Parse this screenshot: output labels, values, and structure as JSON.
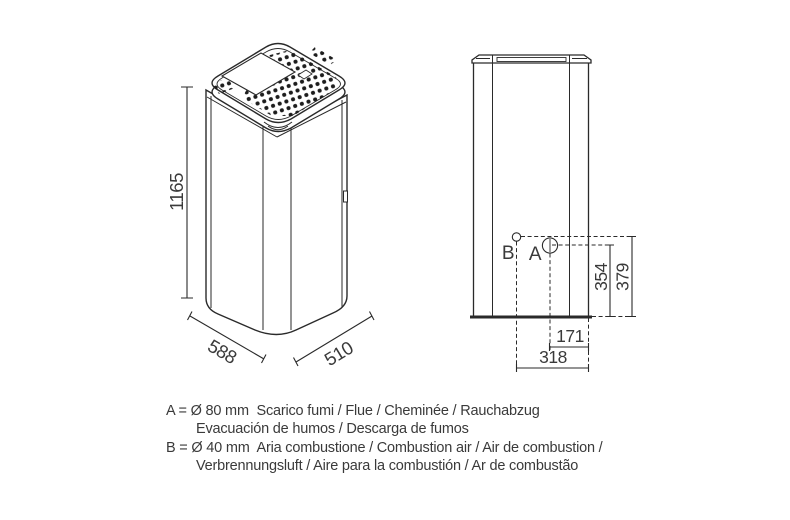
{
  "drawing": {
    "background": "#ffffff",
    "line_color": "#2a2a2a",
    "text_color": "#3a3a3a",
    "iso_view": {
      "height": "1165",
      "width": "588",
      "depth": "510"
    },
    "rear_view": {
      "port_a_label": "A",
      "port_b_label": "B",
      "a_height_from_floor": "354",
      "b_height_from_floor": "379",
      "a_offset_from_side": "171",
      "b_offset_from_side": "318"
    }
  },
  "legend": {
    "lines": [
      {
        "text": "A = Ø 80 mm  Scarico fumi / Flue / Cheminée / Rauchabzug",
        "indent": false
      },
      {
        "text": "Evacuación de humos / Descarga de fumos",
        "indent": true
      },
      {
        "text": "B = Ø 40 mm  Aria combustione / Combustion air / Air de combustion /",
        "indent": false
      },
      {
        "text": "Verbrennungsluft / Aire para la combustión / Ar de combustão",
        "indent": true
      }
    ]
  }
}
